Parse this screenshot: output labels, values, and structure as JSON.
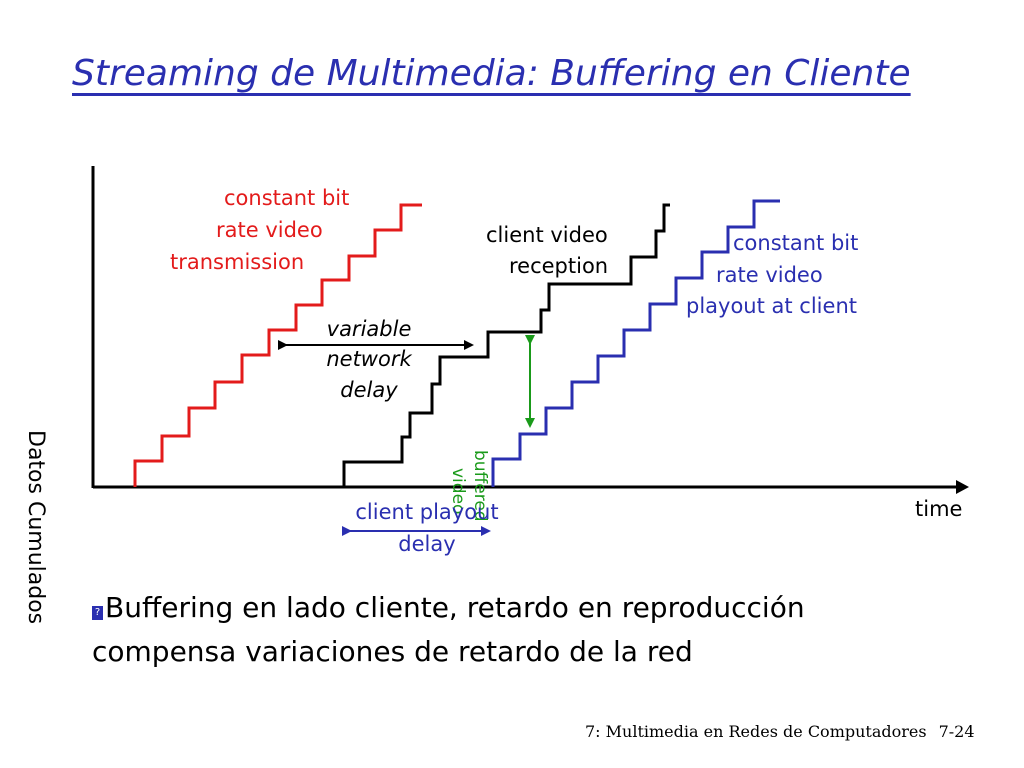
{
  "slide": {
    "title": "Streaming de Multimedia:  Buffering en Cliente",
    "y_axis_label": "Datos Cumulados",
    "bullet_glyph": "?",
    "bullet_text_line1": "Buffering en lado cliente, retardo en reproducción",
    "bullet_text_line2": "compensa variaciones de retardo de la red",
    "footer_text": "7: Multimedia en Redes de Computadores",
    "page_number": "7-24"
  },
  "diagram": {
    "x_axis_label": "time",
    "labels": {
      "red_line1": "constant bit",
      "red_line2": "rate video",
      "red_line3": "transmission",
      "black_line1": "client video",
      "black_line2": "reception",
      "blue_line1": "constant bit",
      "blue_line2": "rate video",
      "blue_line3": "playout at client",
      "network_delay1": "variable",
      "network_delay2": "network",
      "network_delay3": "delay",
      "buffered_video1": "buffered",
      "buffered_video2": "video",
      "playout_delay1": "client playout",
      "playout_delay2": "delay"
    },
    "colors": {
      "title": "#2a2fb0",
      "red_curve": "#e31b1b",
      "black_curve": "#000000",
      "blue_curve": "#2a2fb0",
      "green_arrow": "#1a9a1a"
    }
  }
}
